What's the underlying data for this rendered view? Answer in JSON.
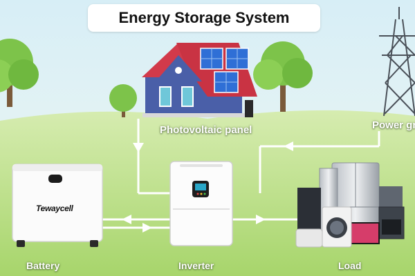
{
  "title": "Energy Storage System",
  "labels": {
    "pv": "Photovoltaic panel",
    "grid": "Power grid",
    "battery": "Battery",
    "inverter": "Inverter",
    "load": "Load"
  },
  "battery_brand": "Tewaycell",
  "colors": {
    "sky": "#e4f3f7",
    "grass": "#bfe28c",
    "roof": "#d23a4a",
    "wall": "#4a5fa8",
    "line": "#ffffff",
    "tree": "#7dc34a"
  }
}
